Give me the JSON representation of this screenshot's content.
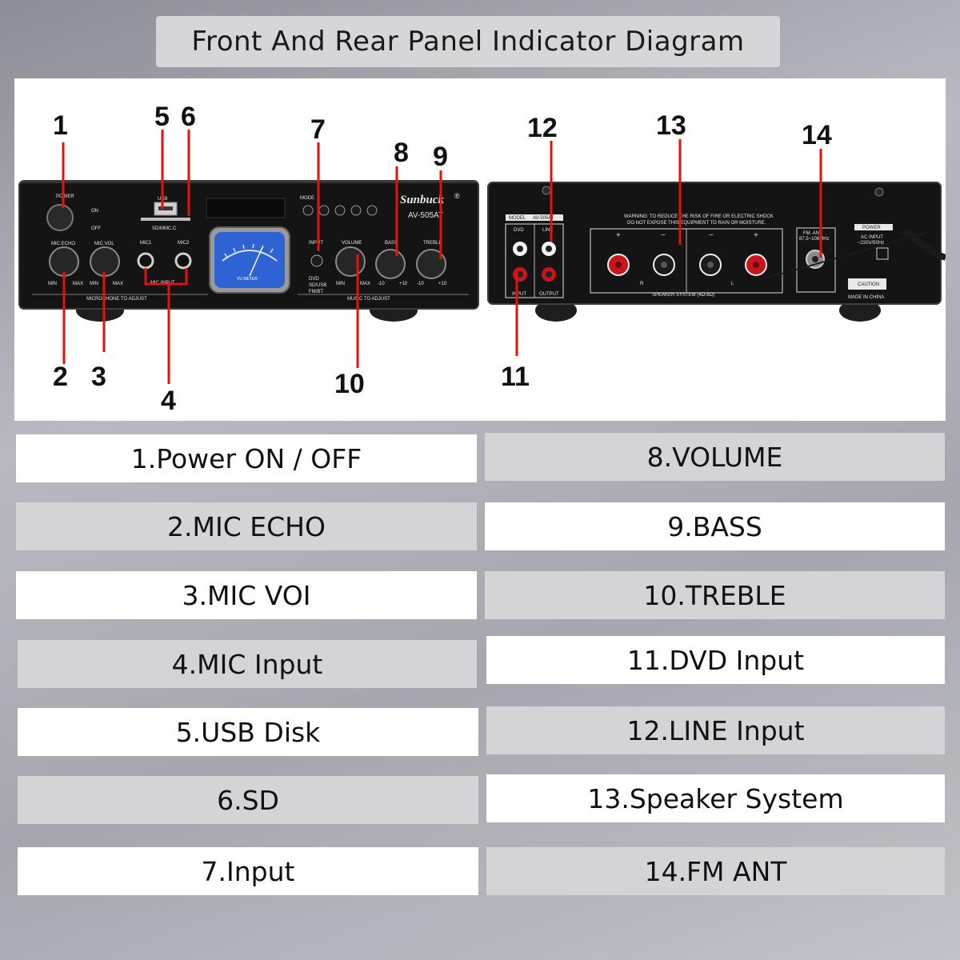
{
  "title": "Front And Rear Panel Indicator Diagram",
  "callouts": [
    "1",
    "2",
    "3",
    "4",
    "5",
    "6",
    "7",
    "8",
    "9",
    "10",
    "11",
    "12",
    "13",
    "14"
  ],
  "front_panel": {
    "brand": "Sunbuck",
    "brand_mark": "®",
    "model": "AV-505AT",
    "power": "POWER",
    "on": "ON",
    "off": "OFF",
    "usb": "USB",
    "sd": "SD/MMC.C",
    "mode": "MODE",
    "mic_echo": "MIC.ECHO",
    "mic_vol": "MIC.VOL",
    "mic1": "MIC1",
    "mic2": "MIC2",
    "mic_input": "MIC INPUT",
    "min": "MIN",
    "max": "MAX",
    "input": "INPUT",
    "dvd": "DVD",
    "sd_usb": "SD/USB",
    "fm_bt": "FM/BT",
    "volume": "VOLUME",
    "bass": "BASS",
    "treble": "TREBLE",
    "minus10": "-10",
    "plus10": "+10",
    "vu_meter": "VU METER",
    "mic_adjust": "MICROPHONE TO ADJUST",
    "music_adjust": "MUSIC TO ADJUST"
  },
  "rear_panel": {
    "model_label": "MODEL",
    "model": "AV-505AT",
    "dvd": "DVD",
    "line": "LINE",
    "input": "INPUT",
    "output": "OUTPUT",
    "warning_1": "WARNING: TO REDUCE THE RISK OF FIRE OR ELECTRIC SHOCK",
    "warning_2": "DO NOT EXPOSE THIS EQUIPMENT TO RAIN OR MOISTURE.",
    "speaker_system": "SPEAKER SYSTEM (4Ω-8Ω)",
    "plus": "+",
    "minus": "−",
    "r": "R",
    "l": "L",
    "fm_ant": "FM. ANT",
    "fm_range": "87.5~108MHz",
    "power": "POWER",
    "ac_input": "AC INPUT",
    "voltage": "~220V/50Hz",
    "caution": "CAUTION",
    "made_in": "MADE IN CHINA"
  },
  "legend": {
    "left": [
      "1.Power ON / OFF",
      "2.MIC ECHO",
      "3.MIC VOI",
      "4.MIC Input",
      "5.USB Disk",
      "6.SD",
      "7.Input"
    ],
    "right": [
      "8.VOLUME",
      "9.BASS",
      "10.TREBLE",
      "11.DVD Input",
      "12.LINE Input",
      "13.Speaker System",
      "14.FM ANT"
    ]
  },
  "colors": {
    "callout_line": "#e3120b",
    "vu_meter": "#2f63d4",
    "terminal_red": "#c8151b",
    "panel_black": "#141414"
  }
}
